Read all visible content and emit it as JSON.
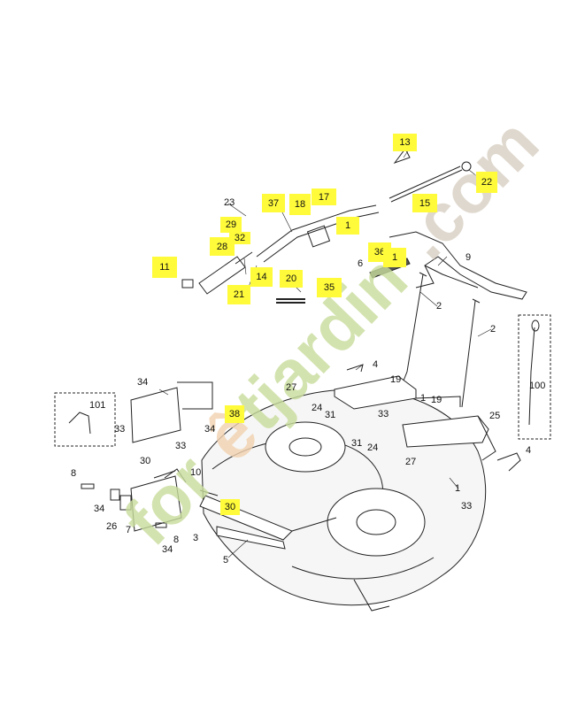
{
  "watermark": {
    "text": "forêtjardin.com",
    "color_main": "#c9dd9c",
    "color_accent": "#f2d2b0",
    "color_dark": "#d8cfc3"
  },
  "colors": {
    "highlight": "#fffb3a",
    "line": "#222222",
    "deck": "#f3f3f3"
  },
  "labels": {
    "l13": "13",
    "l22": "22",
    "l15": "15",
    "l17": "17",
    "l1a": "1",
    "l18": "18",
    "l37": "37",
    "l23": "23",
    "l29": "29",
    "l32": "32",
    "l28": "28",
    "l36": "36",
    "l1b": "1",
    "l6": "6",
    "l9": "9",
    "l11": "11",
    "l14": "14",
    "l20": "20",
    "l21": "21",
    "l35": "35",
    "l2a": "2",
    "l2b": "2",
    "l100": "100",
    "l4a": "4",
    "l19a": "19",
    "l27a": "27",
    "l1c": "1",
    "l19b": "19",
    "l24a": "24",
    "l31a": "31",
    "l33a": "33",
    "l25": "25",
    "l31b": "31",
    "l24b": "24",
    "l27b": "27",
    "l4b": "4",
    "l1d": "1",
    "l33b": "33",
    "l34a": "34",
    "l101": "101",
    "l38": "38",
    "l33c": "33",
    "l33d": "33",
    "l34b": "34",
    "l30a": "30",
    "l10": "10",
    "l8a": "8",
    "l34c": "34",
    "l26": "26",
    "l7": "7",
    "l30b": "30",
    "l8b": "8",
    "l3": "3",
    "l34d": "34",
    "l5": "5"
  }
}
